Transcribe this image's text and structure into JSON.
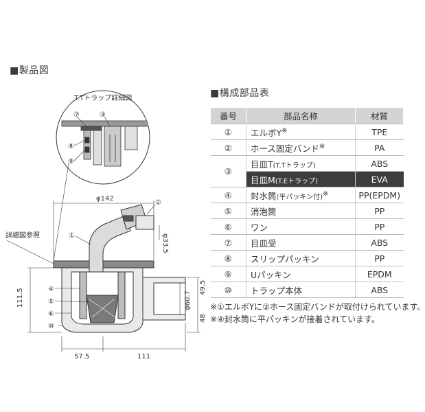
{
  "product_heading": "■製品図",
  "parts_heading": "■構成部品表",
  "detail_title": "T.Tトラップ詳細図",
  "detail_ref_label": "詳細図参照",
  "dimensions": {
    "d142": "φ142",
    "d33_5": "φ33.5",
    "d60_7": "φ60.7",
    "h111_5": "111.5",
    "h49_5": "49.5",
    "h48": "48",
    "w57_5": "57.5",
    "w111": "111"
  },
  "callouts": [
    "①",
    "②",
    "③",
    "④",
    "⑤",
    "⑥",
    "⑦",
    "⑧",
    "⑨",
    "⑩"
  ],
  "table": {
    "headers": [
      "番号",
      "部品名称",
      "材質"
    ],
    "rows": [
      {
        "num": "①",
        "name": "エルボY",
        "sup": "※",
        "material": "TPE"
      },
      {
        "num": "②",
        "name": "ホース固定バンド",
        "sup": "※",
        "material": "PA"
      },
      {
        "num": "③",
        "name": "目皿T",
        "sub": "(T.Tトラップ)",
        "material": "ABS"
      },
      {
        "num": "",
        "name": "目皿M",
        "sub": "(T.Eトラップ)",
        "material": "EVA",
        "dark": true
      },
      {
        "num": "④",
        "name": "封水筒",
        "sub": "(平パッキン付)",
        "sup": "※",
        "material": "PP(EPDM)"
      },
      {
        "num": "⑤",
        "name": "消泡筒",
        "material": "PP"
      },
      {
        "num": "⑥",
        "name": "ワン",
        "material": "PP"
      },
      {
        "num": "⑦",
        "name": "目皿受",
        "material": "ABS"
      },
      {
        "num": "⑧",
        "name": "スリップパッキン",
        "material": "PP"
      },
      {
        "num": "⑨",
        "name": "Uパッキン",
        "material": "EPDM"
      },
      {
        "num": "⑩",
        "name": "トラップ本体",
        "material": "ABS"
      }
    ]
  },
  "notes": [
    "※①エルボYに②ホース固定バンドが取付けられています。",
    "※④封水筒に平パッキンが接着されています。"
  ]
}
